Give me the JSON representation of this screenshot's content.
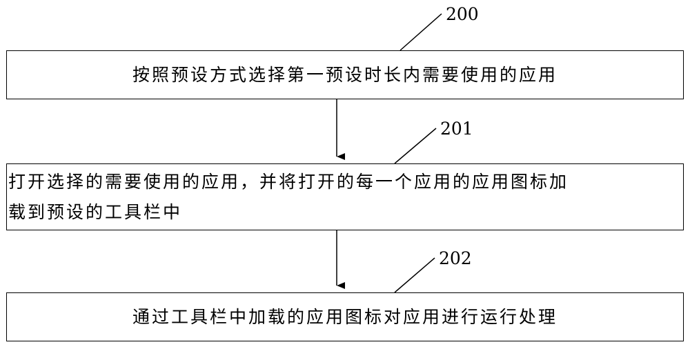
{
  "steps": [
    {
      "label": "200",
      "text": "按照预设方式选择第一预设时长内需要使用的应用"
    },
    {
      "label": "201",
      "text": "打开选择的需要使用的应用，并将打开的每一个应用的应用图标加\n载到预设的工具栏中"
    },
    {
      "label": "202",
      "text": "通过工具栏中加载的应用图标对应用进行运行处理"
    }
  ]
}
